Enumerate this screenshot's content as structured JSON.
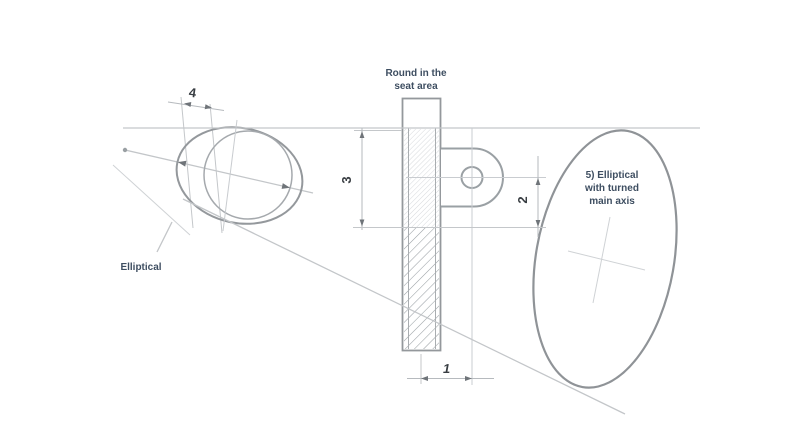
{
  "figure": {
    "seat_label": {
      "line1": "Round in the",
      "line2": "seat area"
    },
    "elliptical_label": "Elliptical",
    "turned_label": {
      "line1": "5) Elliptical",
      "line2": "with turned",
      "line3": "main axis"
    },
    "dims": {
      "d1": "1",
      "d2": "2",
      "d3": "3",
      "d4": "4"
    }
  },
  "colors": {
    "label_text": "#3e4e61",
    "dim_text": "#383d42",
    "construction_line": "#cfd2d5",
    "shape_gray": "#94989c",
    "hatch_gray": "#9aa0a4"
  }
}
